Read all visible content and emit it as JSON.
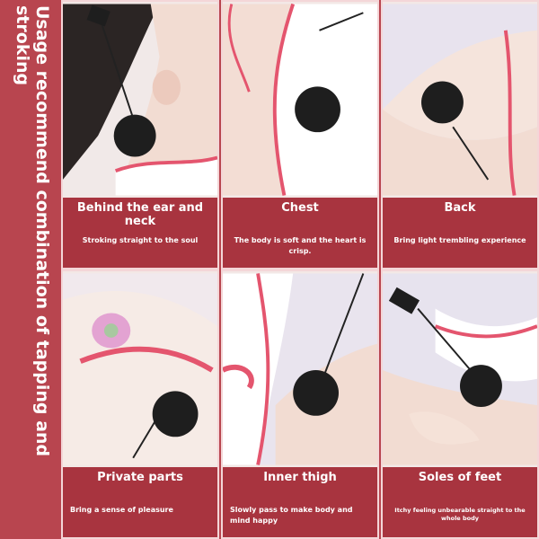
{
  "side_title": "Usage recommend combination of tapping and stroking",
  "cards": [
    {
      "title": "Behind the ear and neck",
      "desc": "Stroking straight to the soul"
    },
    {
      "title": "Chest",
      "desc": "The body is soft and the heart is crisp."
    },
    {
      "title": "Back",
      "desc": "Bring light trembling experience"
    },
    {
      "title": "Private parts",
      "desc": "Bring a sense of pleasure"
    },
    {
      "title": "Inner thigh",
      "desc": "Slowly pass to make body and mind happy"
    },
    {
      "title": "Soles of feet",
      "desc": "Itchy feeling unbearable straight to the whole body"
    }
  ],
  "colors": {
    "background": "#b8454f",
    "card": "#a8343f",
    "accent_pink": "#e4556e",
    "pompom": "#1e1e1e"
  }
}
